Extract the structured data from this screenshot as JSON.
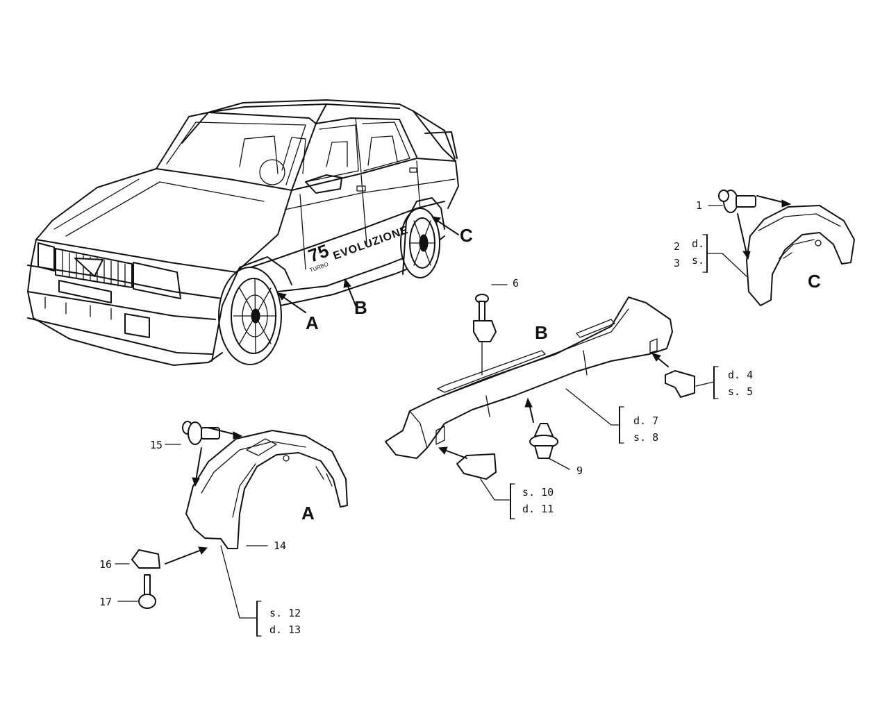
{
  "car": {
    "badge_number": "75",
    "badge_small": "TURBO",
    "badge_text": "EVOLUZIONE"
  },
  "section_labels": {
    "a_on_car": "A",
    "b_on_car": "B",
    "c_on_car": "C",
    "a_part": "A",
    "b_part": "B",
    "c_part": "C"
  },
  "callouts": {
    "p1": "1",
    "p2": "2",
    "p3": "3",
    "p2_side": "d.",
    "p3_side": "s.",
    "p4": "d.  4",
    "p5": "s.  5",
    "p6": "6",
    "p7": "d.  7",
    "p8": "s.  8",
    "p9": "9",
    "p10": "s.  10",
    "p11": "d.  11",
    "p12": "s.  12",
    "p13": "d.  13",
    "p14": "14",
    "p15": "15",
    "p16": "16",
    "p17": "17"
  }
}
